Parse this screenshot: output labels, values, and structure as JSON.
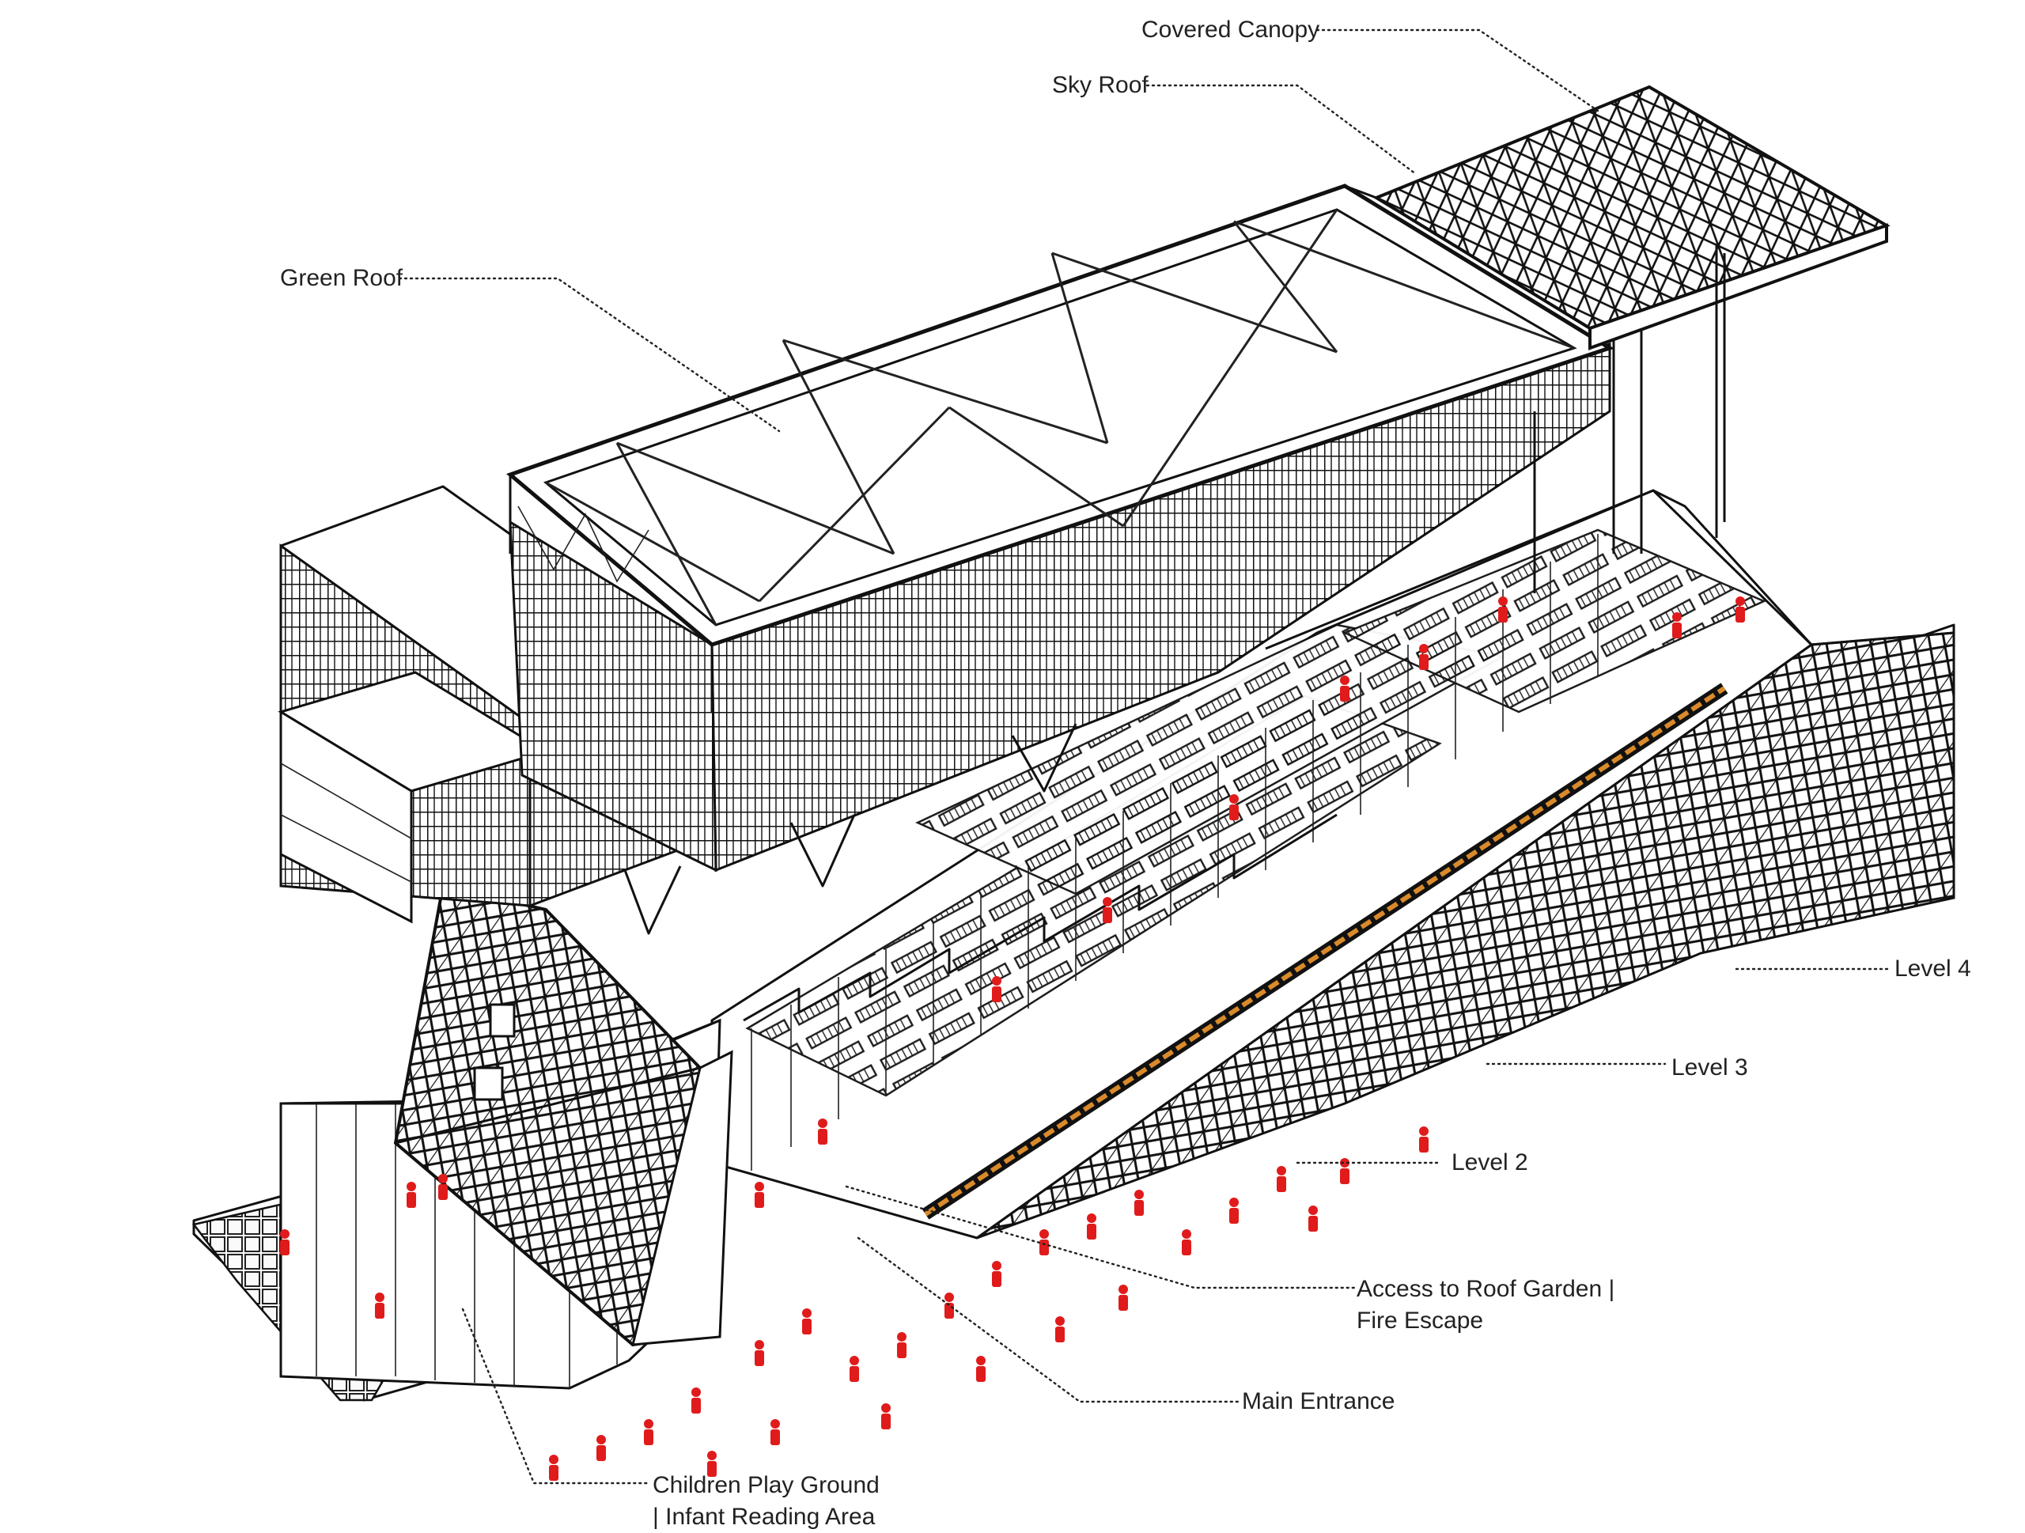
{
  "labels": {
    "covered_canopy": "Covered Canopy",
    "sky_roof": "Sky Roof",
    "green_roof": "Green Roof",
    "level_4": "Level 4",
    "level_3": "Level 3",
    "level_2": "Level 2",
    "access_line1": "Access to Roof Garden |",
    "access_line2": "Fire Escape",
    "main_entrance": "Main Entrance",
    "children_line1": "Children Play Ground",
    "children_line2": "| Infant Reading Area"
  },
  "colors": {
    "people": "#e01b1b",
    "linework": "#111111",
    "stair_accent": "#d98a2b",
    "background": "#ffffff"
  }
}
